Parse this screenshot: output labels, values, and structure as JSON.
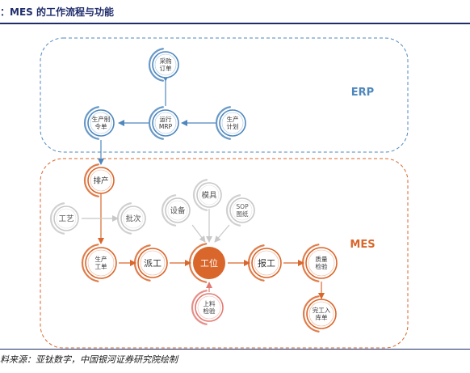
{
  "title": "：MES 的工作流程与功能",
  "source": "料来源：亚钛数字，中国银河证券研究院绘制",
  "colors": {
    "header": "#1f2d6b",
    "erp_blue": "#4f87bd",
    "mes_orange": "#d9662b",
    "inactive_gray": "#c8c8c8",
    "inspection_red": "#e07a72"
  },
  "regions": {
    "erp": {
      "label": "ERP"
    },
    "mes": {
      "label": "MES"
    }
  },
  "nodes": {
    "purchase_order": [
      "采购",
      "订单"
    ],
    "production_order": [
      "生产制",
      "令单"
    ],
    "run_mrp": [
      "运行",
      "MRP"
    ],
    "production_plan": [
      "生产",
      "计划"
    ],
    "scheduling": [
      "排产"
    ],
    "process": [
      "工艺"
    ],
    "batch": [
      "批次"
    ],
    "equipment": [
      "设备"
    ],
    "mold": [
      "模具"
    ],
    "sop_drawing": [
      "SOP",
      "图纸"
    ],
    "production_work_order": [
      "生产",
      "工单"
    ],
    "dispatch": [
      "派工"
    ],
    "workstation": [
      "工位"
    ],
    "report_work": [
      "报工"
    ],
    "quality_inspection": [
      "质量",
      "检验"
    ],
    "material_inspection": [
      "上料",
      "检验"
    ],
    "completion_storage": [
      "完工入",
      "库单"
    ]
  }
}
